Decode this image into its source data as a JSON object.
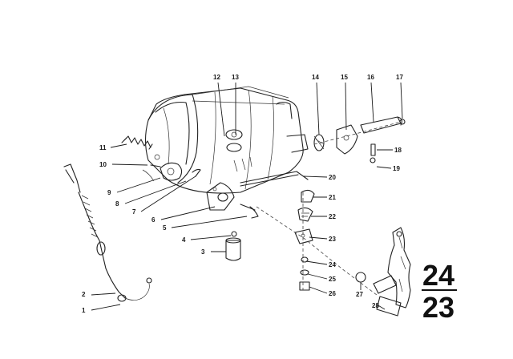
{
  "callouts": [
    {
      "id": "1",
      "text": "1"
    },
    {
      "id": "2",
      "text": "2"
    },
    {
      "id": "3",
      "text": "3"
    },
    {
      "id": "4",
      "text": "4"
    },
    {
      "id": "5",
      "text": "5"
    },
    {
      "id": "6",
      "text": "6"
    },
    {
      "id": "7",
      "text": "7"
    },
    {
      "id": "8",
      "text": "8"
    },
    {
      "id": "9",
      "text": "9"
    },
    {
      "id": "10",
      "text": "10"
    },
    {
      "id": "11",
      "text": "11"
    },
    {
      "id": "12",
      "text": "12"
    },
    {
      "id": "13",
      "text": "13"
    },
    {
      "id": "14",
      "text": "14"
    },
    {
      "id": "15",
      "text": "15"
    },
    {
      "id": "16",
      "text": "16"
    },
    {
      "id": "17",
      "text": "17"
    },
    {
      "id": "18",
      "text": "18"
    },
    {
      "id": "19",
      "text": "19"
    },
    {
      "id": "20",
      "text": "20"
    },
    {
      "id": "21",
      "text": "21"
    },
    {
      "id": "22",
      "text": "22"
    },
    {
      "id": "23",
      "text": "23"
    },
    {
      "id": "24",
      "text": "24"
    },
    {
      "id": "25",
      "text": "25"
    },
    {
      "id": "26",
      "text": "26"
    },
    {
      "id": "27",
      "text": "27"
    },
    {
      "id": "28",
      "text": "28"
    }
  ],
  "page_ref": {
    "top": "24",
    "bottom": "23"
  }
}
